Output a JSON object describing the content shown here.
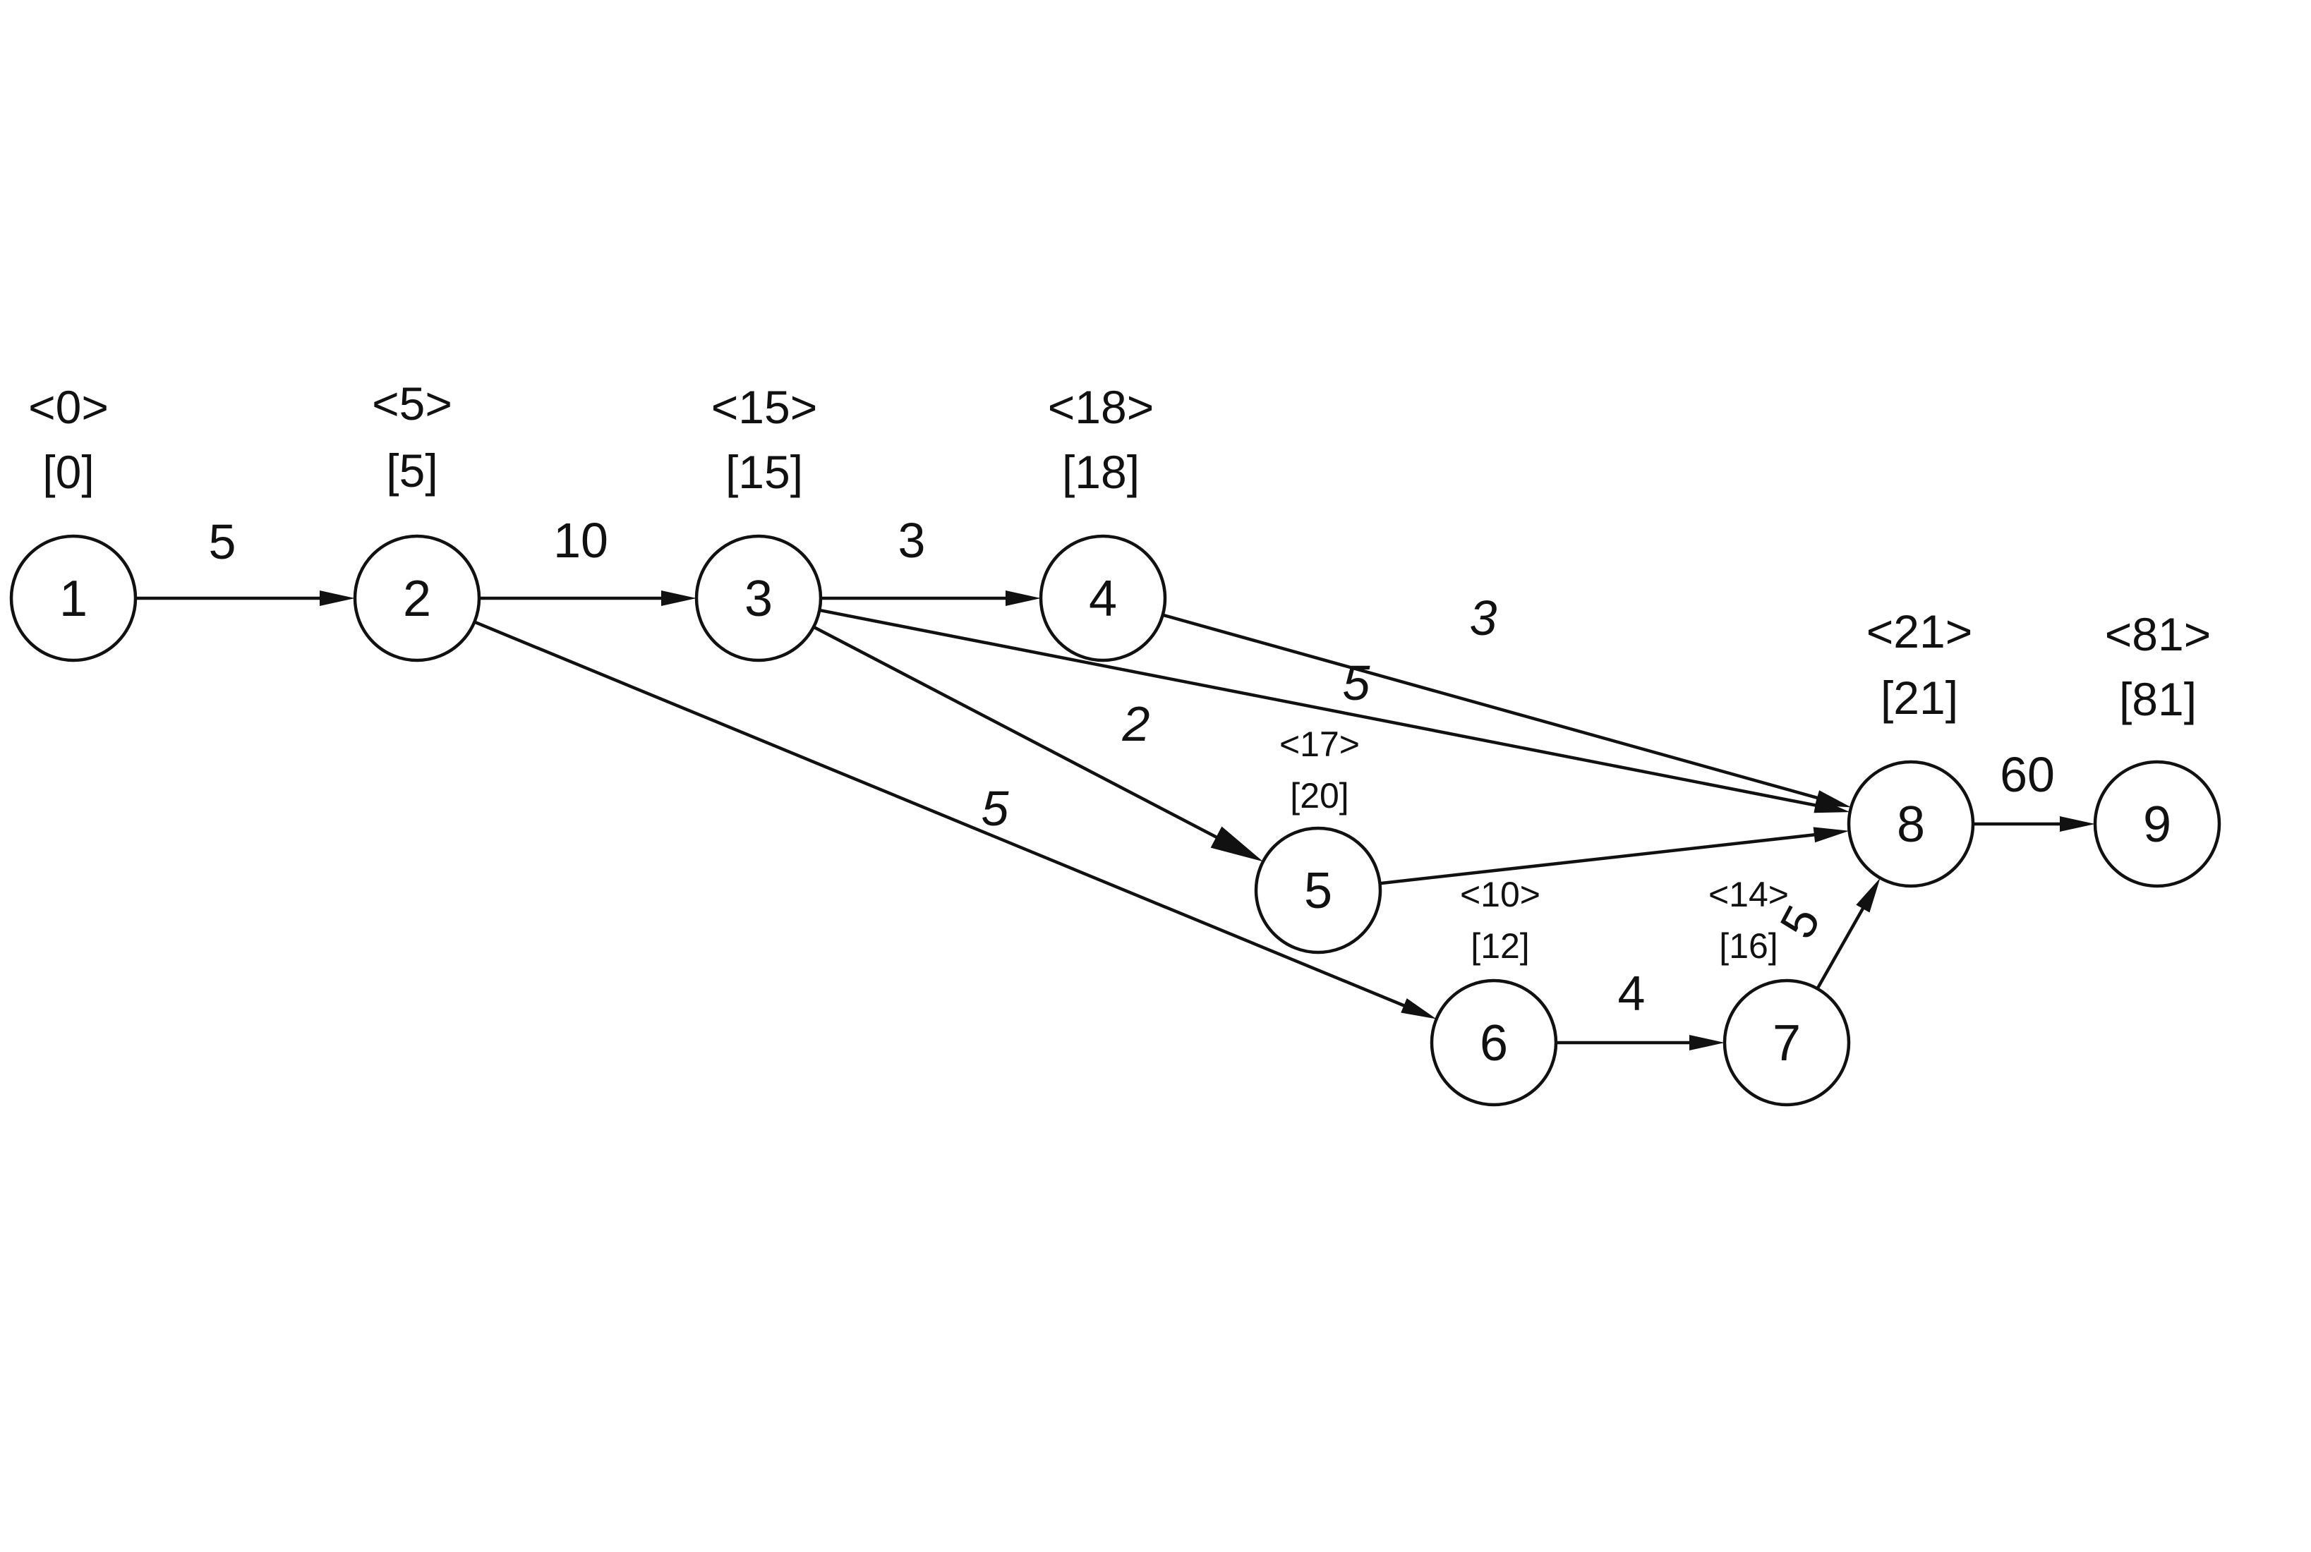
{
  "diagram": {
    "type": "network-graph",
    "nodes": [
      {
        "id": "1",
        "label": "1",
        "early": "<0>",
        "late": "[0]"
      },
      {
        "id": "2",
        "label": "2",
        "early": "<5>",
        "late": "[5]"
      },
      {
        "id": "3",
        "label": "3",
        "early": "<15>",
        "late": "[15]"
      },
      {
        "id": "4",
        "label": "4",
        "early": "<18>",
        "late": "[18]"
      },
      {
        "id": "5",
        "label": "5",
        "early": "<17>",
        "late": "[20]"
      },
      {
        "id": "6",
        "label": "6",
        "early": "<10>",
        "late": "[12]"
      },
      {
        "id": "7",
        "label": "7",
        "early": "<14>",
        "late": "[16]"
      },
      {
        "id": "8",
        "label": "8",
        "early": "<21>",
        "late": "[21]"
      },
      {
        "id": "9",
        "label": "9",
        "early": "<81>",
        "late": "[81]"
      }
    ],
    "edges": [
      {
        "from": "1",
        "to": "2",
        "label": "5",
        "italic": false
      },
      {
        "from": "2",
        "to": "3",
        "label": "10",
        "italic": false
      },
      {
        "from": "3",
        "to": "4",
        "label": "3",
        "italic": false
      },
      {
        "from": "4",
        "to": "8",
        "label": "3",
        "italic": true
      },
      {
        "from": "3",
        "to": "8",
        "label": "5",
        "italic": true
      },
      {
        "from": "3",
        "to": "5",
        "label": "2",
        "italic": true
      },
      {
        "from": "2",
        "to": "6",
        "label": "5",
        "italic": true
      },
      {
        "from": "5",
        "to": "8",
        "label": "",
        "italic": false
      },
      {
        "from": "6",
        "to": "7",
        "label": "4",
        "italic": false
      },
      {
        "from": "7",
        "to": "8",
        "label": "5",
        "italic": false
      },
      {
        "from": "8",
        "to": "9",
        "label": "60",
        "italic": false
      }
    ]
  },
  "colors": {
    "stroke": "#111111",
    "background": "#ffffff"
  }
}
